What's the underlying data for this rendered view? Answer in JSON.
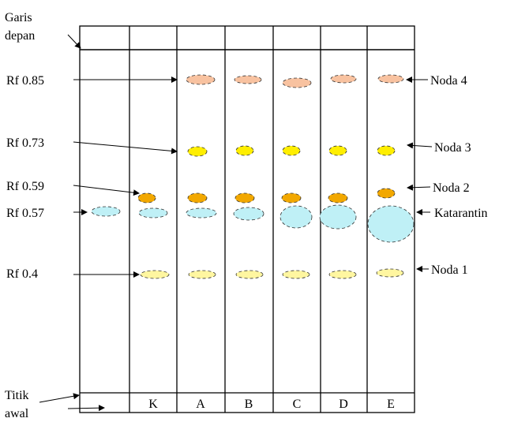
{
  "labels": {
    "garis_depan_1": "Garis",
    "garis_depan_2": "depan",
    "titik_awal_1": "Titik",
    "titik_awal_2": "awal"
  },
  "lanes": [
    "K",
    "A",
    "B",
    "C",
    "D",
    "E"
  ],
  "rf_labels": [
    {
      "text": "Rf 0.85",
      "value": 0.85
    },
    {
      "text": "Rf 0.73",
      "value": 0.73
    },
    {
      "text": "Rf 0.59",
      "value": 0.59
    },
    {
      "text": "Rf 0.57",
      "value": 0.57
    },
    {
      "text": "Rf 0.4",
      "value": 0.4
    }
  ],
  "spot_names": {
    "noda4": "Noda 4",
    "noda3": "Noda 3",
    "noda2": "Noda 2",
    "katarantin": "Katarantin",
    "noda1": "Noda 1"
  },
  "colors": {
    "noda4": "#f8c2a0",
    "noda3": "#ffee00",
    "noda2": "#f2a800",
    "katarantin": "#bff0f6",
    "noda1": "#fff6a0"
  }
}
